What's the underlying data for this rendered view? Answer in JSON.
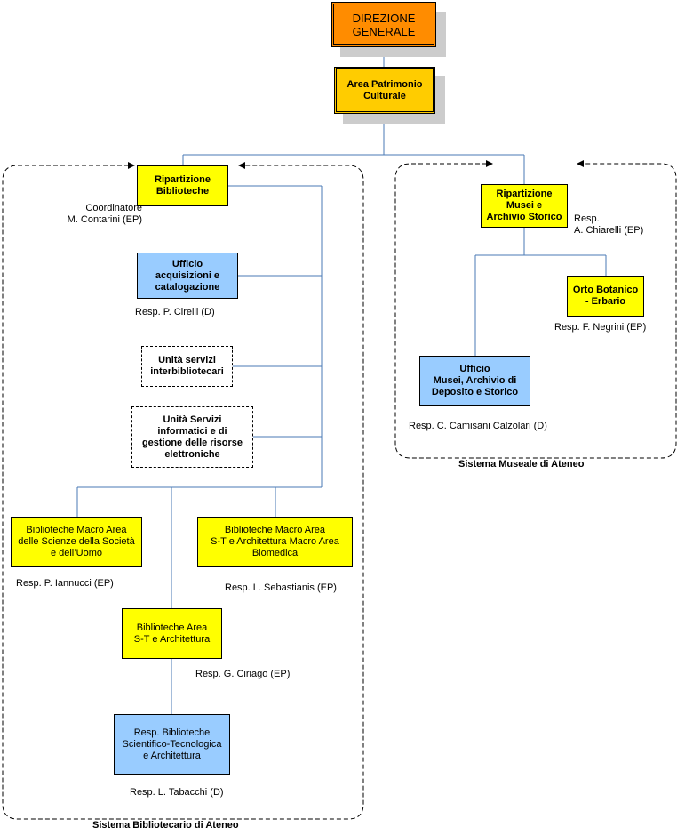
{
  "colors": {
    "orange": "#ff8c00",
    "gold": "#ffcc00",
    "yellow": "#ffff00",
    "blue": "#99ccff",
    "line": "#4a7ab5",
    "shadow": "#cccccc"
  },
  "boxes": {
    "direzione": "DIREZIONE\nGENERALE",
    "area_patrimonio": "Area Patrimonio\nCulturale",
    "rip_biblioteche": "Ripartizione\nBiblioteche",
    "ufficio_acquisizioni": "Ufficio\nacquisizioni e\ncatalogazione",
    "unita_interbibliotecari": "Unità servizi\ninterbibliotecari",
    "unita_informatici": "Unità Servizi\ninformatici e di\ngestione delle risorse\nelettroniche",
    "bib_scienze_societa": "Biblioteche Macro Area\ndelle Scienze della Società\ne dell’Uomo",
    "bib_st_biomedica": "Biblioteche Macro Area\nS-T e Architettura Macro Area\nBiomedica",
    "bib_area_st": "Biblioteche  Area\nS-T e Architettura",
    "resp_bib_st": "Resp. Biblioteche\nScientifico-Tecnologica\ne Architettura",
    "rip_musei": "Ripartizione\nMusei e\nArchivio Storico",
    "orto_botanico": "Orto Botanico\n- Erbario",
    "ufficio_musei": "Ufficio\nMusei, Archivio di\nDeposito e Storico"
  },
  "labels": {
    "coordinatore": "Coordinatore\nM. Contarini (EP)",
    "cirelli": "Resp. P. Cirelli  (D)",
    "iannucci": "Resp. P. Iannucci  (EP)",
    "sebastianis": "Resp. L. Sebastianis   (EP)",
    "ciriago": "Resp. G. Ciriago  (EP)",
    "tabacchi": "Resp. L. Tabacchi (D)",
    "chiarelli": "Resp.\nA. Chiarelli (EP)",
    "negrini": "Resp. F. Negrini (EP)",
    "camisani": "Resp. C. Camisani Calzolari (D)"
  },
  "systems": {
    "bibliotecario": "Sistema Bibliotecario di Ateneo",
    "museale": "Sistema Museale di Ateneo"
  }
}
